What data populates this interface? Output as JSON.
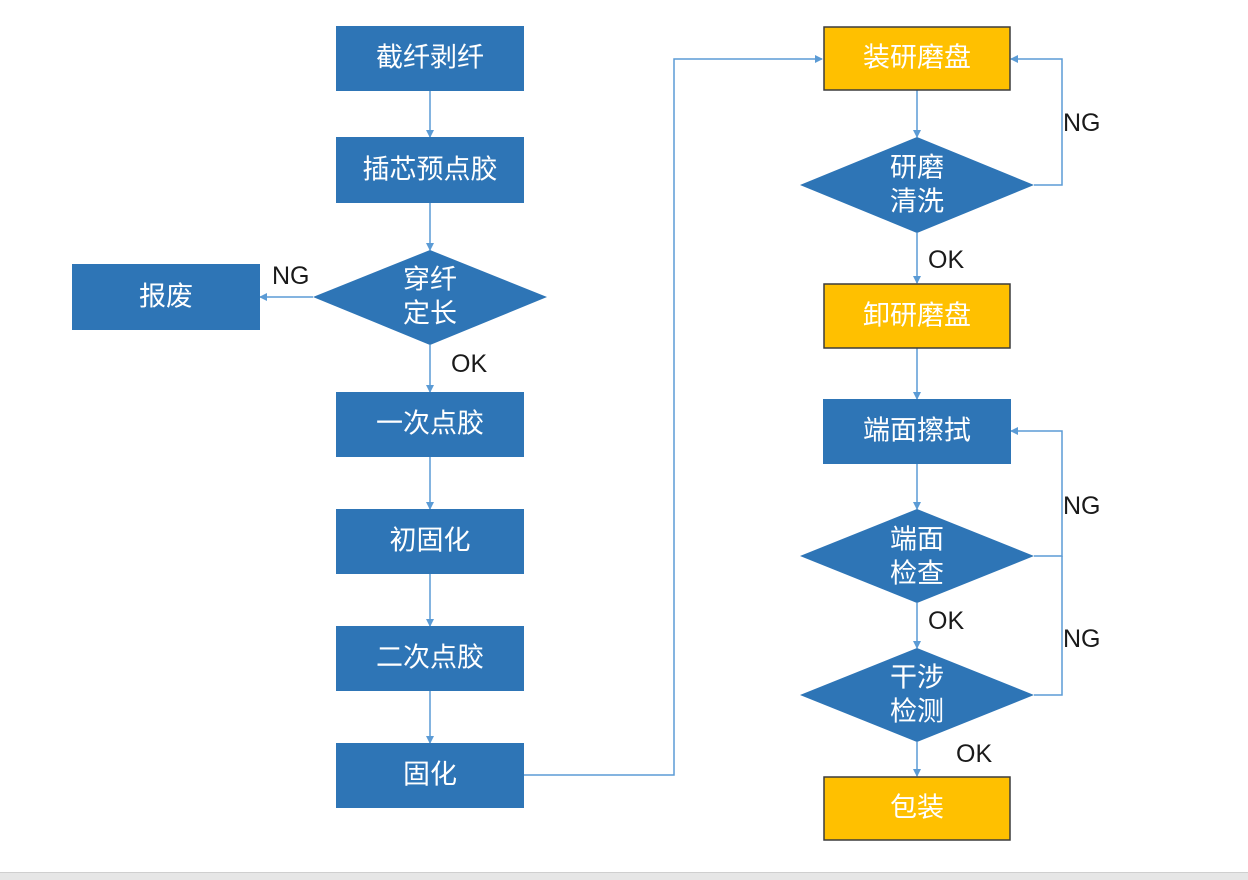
{
  "colors": {
    "blue": "#2e75b6",
    "yellow": "#ffc000",
    "line": "#5b9bd5",
    "label": "#1a1a1a"
  },
  "nodes": {
    "cut_strip": "截纤剥纤",
    "insert_glue": "插芯预点胶",
    "thread_fiber_line1": "穿纤",
    "thread_fiber_line2": "定长",
    "scrap": "报废",
    "first_glue": "一次点胶",
    "initial_cure": "初固化",
    "second_glue": "二次点胶",
    "cure": "固化",
    "mount_disc": "装研磨盘",
    "grind_clean_line1": "研磨",
    "grind_clean_line2": "清洗",
    "remove_disc": "卸研磨盘",
    "wipe_endface": "端面擦拭",
    "inspect_line1": "端面",
    "inspect_line2": "检查",
    "interfero_line1": "干涉",
    "interfero_line2": "检测",
    "package": "包装"
  },
  "edge_labels": {
    "thread_ng": "NG",
    "thread_ok": "OK",
    "grind_ng": "NG",
    "grind_ok": "OK",
    "inspect_ng": "NG",
    "inspect_ok": "OK",
    "interfero_ng": "NG",
    "interfero_ok": "OK"
  }
}
